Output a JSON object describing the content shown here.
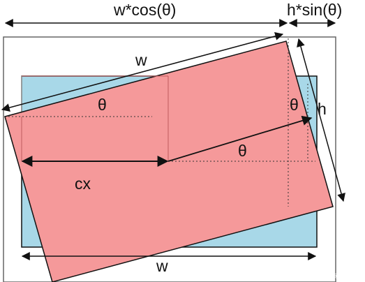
{
  "labels": {
    "top_width": "w*cos(θ)",
    "top_height": "h*sin(θ)",
    "rect_width_top": "w",
    "rect_width_bottom": "w",
    "rect_height": "h",
    "center_x": "cx",
    "theta_upper_left": "θ",
    "theta_center": "θ",
    "theta_right": "θ"
  },
  "watermark": "CSDN @有志者事竟成1019",
  "colors": {
    "rotated_rect_fill": "#f5999a",
    "rotated_rect_stroke": "#111111",
    "blue_rect_fill": "#a8d8e8",
    "outer_frame_stroke": "#666666",
    "arrow": "#111111"
  },
  "angle_degrees": 15
}
